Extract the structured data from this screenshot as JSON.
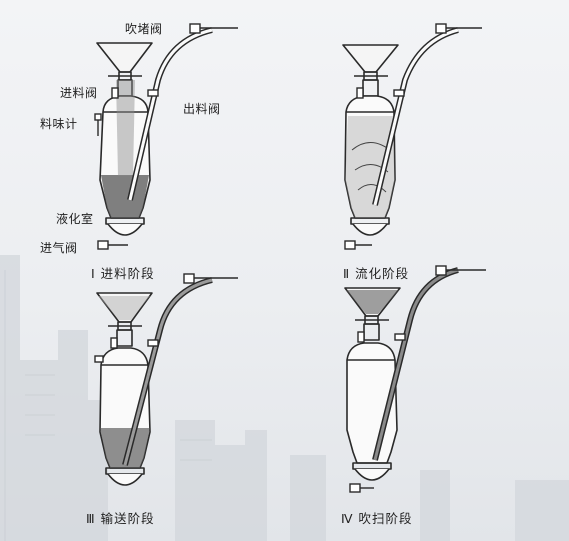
{
  "labels": {
    "blow_valve": "吹堵阀",
    "inlet_valve": "进料阀",
    "outlet_valve": "出料阀",
    "level_gauge": "料味计",
    "fluid_chamber": "液化室",
    "air_inlet_valve": "进气阀"
  },
  "stages": [
    {
      "label": "Ⅰ 进料阶段"
    },
    {
      "label": "Ⅱ 流化阶段"
    },
    {
      "label": "Ⅲ 输送阶段"
    },
    {
      "label": "Ⅳ 吹扫阶段"
    }
  ]
}
